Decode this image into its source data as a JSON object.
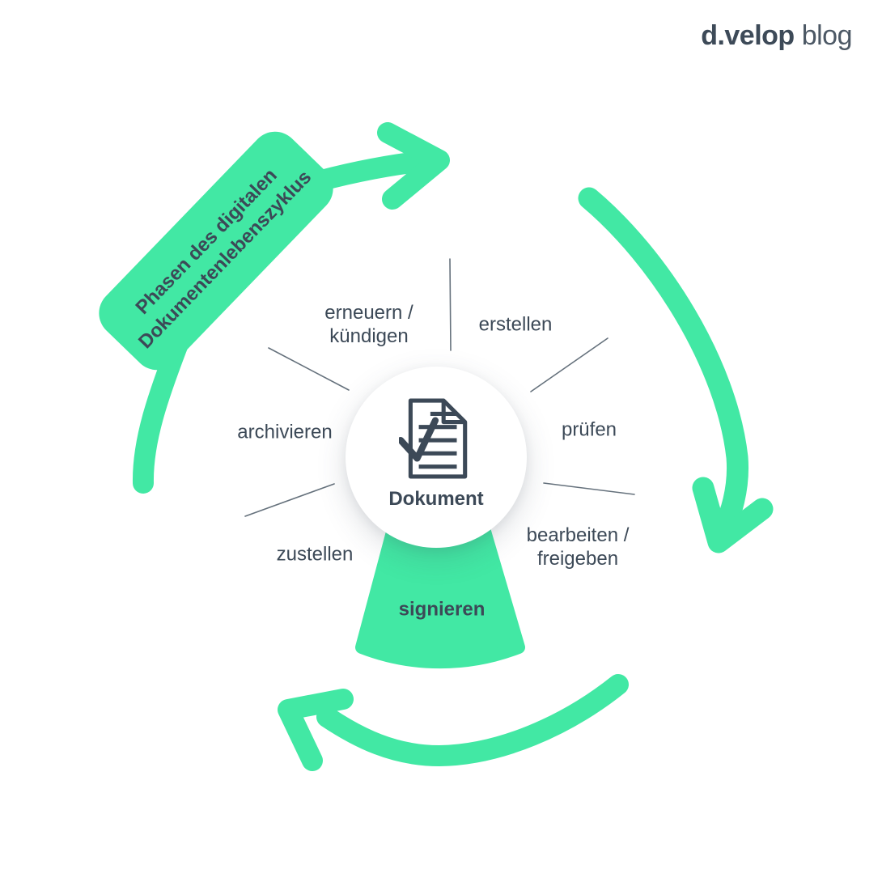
{
  "logo": {
    "brand": "d.velop",
    "suffix": "blog"
  },
  "banner": {
    "title": "Phasen des digitalen\nDokumentenlebenszyklus"
  },
  "center": {
    "label": "Dokument",
    "icon": "document-check-icon"
  },
  "phases": {
    "erstellen": {
      "label": "erstellen"
    },
    "pruefen": {
      "label": "prüfen"
    },
    "bearbeiten_freigeben": {
      "label": "bearbeiten /\nfreigeben"
    },
    "signieren": {
      "label": "signieren",
      "highlighted": true
    },
    "zustellen": {
      "label": "zustellen"
    },
    "archivieren": {
      "label": "archivieren"
    },
    "erneuern_kuendigen": {
      "label": "erneuern /\nkündigen"
    }
  },
  "colors": {
    "accent": "#42e8a4",
    "ink": "#3c4957",
    "line": "#65717c",
    "logo": "#3d4a58"
  }
}
